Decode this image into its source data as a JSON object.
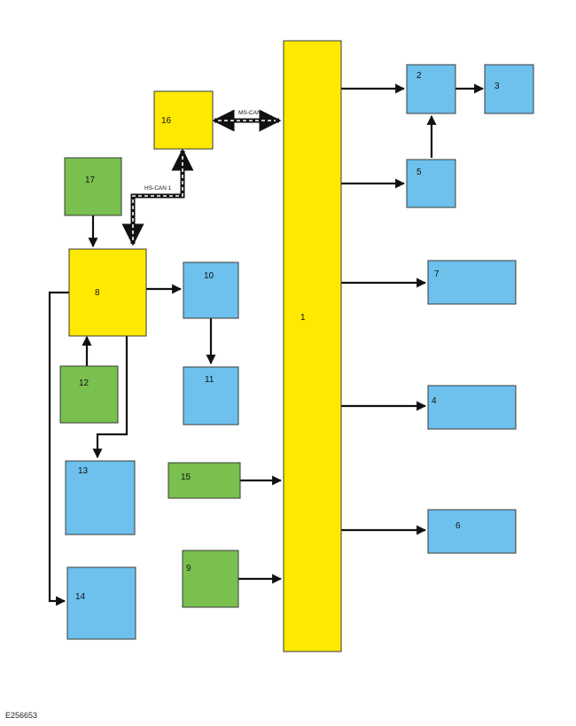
{
  "colors": {
    "yellow": "#FFE900",
    "blue": "#6DC1EC",
    "green": "#79C04F",
    "outline": "#3a3a3a",
    "line": "#111111"
  },
  "blocks": [
    {
      "id": "1",
      "label": "1",
      "color": "yellow"
    },
    {
      "id": "2",
      "label": "2",
      "color": "blue"
    },
    {
      "id": "3",
      "label": "3",
      "color": "blue"
    },
    {
      "id": "4",
      "label": "4",
      "color": "blue"
    },
    {
      "id": "5",
      "label": "5",
      "color": "blue"
    },
    {
      "id": "6",
      "label": "6",
      "color": "blue"
    },
    {
      "id": "7",
      "label": "7",
      "color": "blue"
    },
    {
      "id": "8",
      "label": "8",
      "color": "yellow"
    },
    {
      "id": "9",
      "label": "9",
      "color": "green"
    },
    {
      "id": "10",
      "label": "10",
      "color": "blue"
    },
    {
      "id": "11",
      "label": "11",
      "color": "blue"
    },
    {
      "id": "12",
      "label": "12",
      "color": "green"
    },
    {
      "id": "13",
      "label": "13",
      "color": "blue"
    },
    {
      "id": "14",
      "label": "14",
      "color": "blue"
    },
    {
      "id": "15",
      "label": "15",
      "color": "green"
    },
    {
      "id": "16",
      "label": "16",
      "color": "yellow"
    },
    {
      "id": "17",
      "label": "17",
      "color": "green"
    }
  ],
  "buses": {
    "ms_can": "MS-CAN",
    "hs_can": "HS-CAN 1"
  },
  "reference_code": "E256653"
}
